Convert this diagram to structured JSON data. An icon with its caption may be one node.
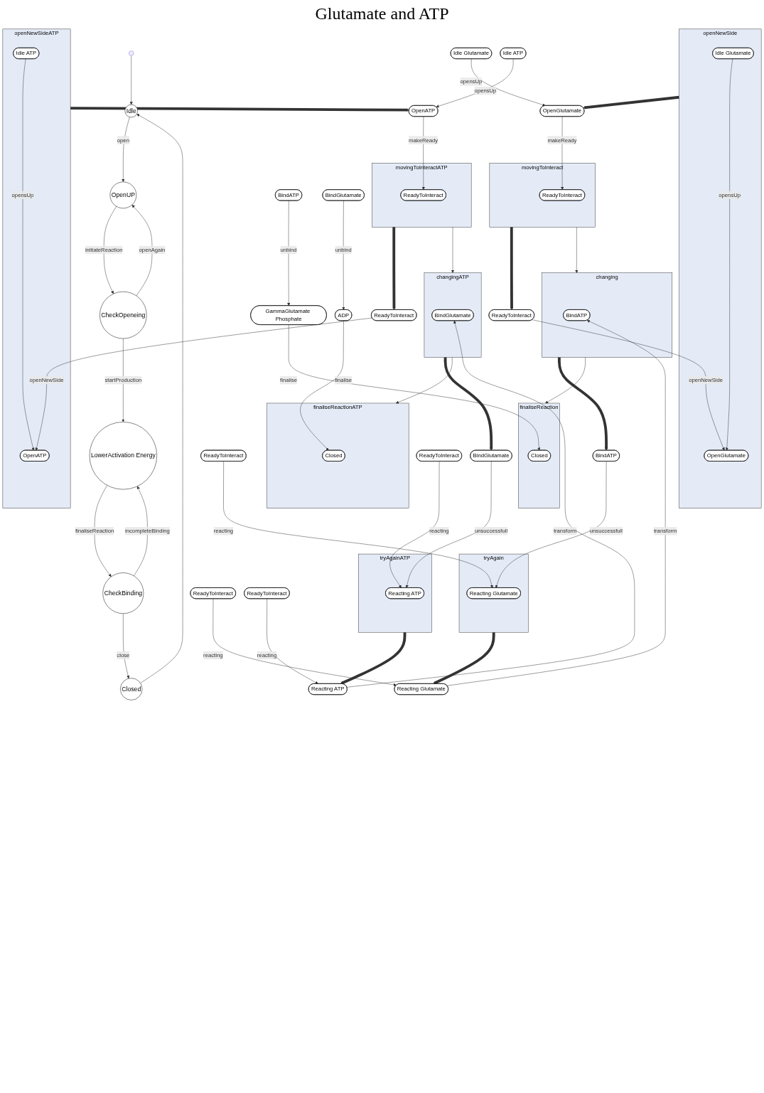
{
  "diagram": {
    "title": "Glutamate and ATP",
    "nodes": [
      {
        "text": [],
        "shape": "circle"
      },
      {
        "text": [
          "Idle"
        ]
      },
      {
        "text": [
          "Idle Glutamate"
        ]
      },
      {
        "text": [
          "OpenGlutamate"
        ]
      },
      {
        "text": [
          "movingToInteract"
        ]
      },
      {
        "text": [
          "ReadyToInteract"
        ],
        "in": 4
      },
      {
        "text": [
          "Idle ATP"
        ]
      },
      {
        "text": [
          "OpenATP"
        ]
      },
      {
        "text": [
          "movingToInteractATP"
        ]
      },
      {
        "text": [
          "ReadyToInteract"
        ],
        "in": 8
      },
      {
        "text": [
          "OpenUP"
        ]
      },
      {
        "text": [
          "openNewSide"
        ]
      },
      {
        "text": [
          "Idle Glutamate"
        ],
        "in": 11
      },
      {
        "text": [
          "OpenGlutamate"
        ],
        "in": 11
      },
      {
        "text": [
          "ReadyToInteract"
        ]
      },
      {
        "text": [
          "openNewSideATP"
        ]
      },
      {
        "text": [
          "Idle ATP"
        ],
        "in": 15
      },
      {
        "text": [
          "OpenATP"
        ],
        "in": 15
      },
      {
        "text": [
          "ReadyToInteract"
        ]
      },
      {
        "text": [
          "CheckOpeneing"
        ]
      },
      {
        "text": [
          "ReadyToInteract"
        ]
      },
      {
        "text": [
          "Reacting Glutamate"
        ]
      },
      {
        "text": [
          "changing"
        ]
      },
      {
        "text": [
          "BindATP"
        ],
        "in": 22
      },
      {
        "text": [
          "ReadyToInteract"
        ]
      },
      {
        "text": [
          "Reacting ATP"
        ]
      },
      {
        "text": [
          "changingATP"
        ]
      },
      {
        "text": [
          "BindGlutamate"
        ],
        "in": 26
      },
      {
        "text": [
          "LowerActivation Energy"
        ]
      },
      {
        "text": [
          "ReadyToInteract"
        ]
      },
      {
        "text": [
          "tryAgain"
        ]
      },
      {
        "text": [
          "Reacting Glutamate"
        ],
        "in": 30
      },
      {
        "text": [
          "BindATP"
        ]
      },
      {
        "text": [
          "ReadyToInteract"
        ]
      },
      {
        "text": [
          "tryAgainATP"
        ]
      },
      {
        "text": [
          "Reacting ATP"
        ],
        "in": 34
      },
      {
        "text": [
          "BindGlutamate"
        ]
      },
      {
        "text": [
          "CheckBinding"
        ]
      },
      {
        "text": [
          "BindATP"
        ]
      },
      {
        "text": [
          "GammaGlutamate Phosphate"
        ]
      },
      {
        "text": [
          "finaliseReaction"
        ]
      },
      {
        "text": [
          "Closed"
        ],
        "in": 40
      },
      {
        "text": [
          "BindGlutamate"
        ]
      },
      {
        "text": [
          "ADP"
        ]
      },
      {
        "text": [
          "finaliseReactionATP"
        ]
      },
      {
        "text": [
          "Closed"
        ],
        "in": 44
      },
      {
        "text": [
          "Closed"
        ]
      }
    ],
    "edges": [
      {
        "from": 0,
        "to": 1,
        "arrow": "to"
      },
      {
        "from": 1,
        "to": 10,
        "arrow": "to",
        "label": "open"
      },
      {
        "from": 10,
        "to": 19,
        "arrow": "to",
        "label": "initiateReaction"
      },
      {
        "from": 19,
        "to": 10,
        "arrow": "to",
        "label": "openAgain"
      },
      {
        "from": 19,
        "to": 28,
        "arrow": "to",
        "label": "startProduction"
      },
      {
        "from": 28,
        "to": 37,
        "arrow": "to",
        "label": "finaliseReaction"
      },
      {
        "from": 37,
        "to": 28,
        "arrow": "to",
        "label": "incompleteBinding"
      },
      {
        "from": 37,
        "to": 46,
        "arrow": "to",
        "label": "close"
      },
      {
        "from": 46,
        "to": 1,
        "arrow": "to"
      },
      {
        "from": 2,
        "to": 3,
        "arrow": "to",
        "label": "opensUp"
      },
      {
        "from": 3,
        "to": 5,
        "arrow": "to",
        "label": "makeReady"
      },
      {
        "from": 6,
        "to": 7,
        "arrow": "to",
        "label": "opensUp"
      },
      {
        "from": 7,
        "to": 9,
        "arrow": "to",
        "label": "makeReady"
      },
      {
        "from": 4,
        "to": 14,
        "arrow": "to",
        "style": "thick"
      },
      {
        "from": 11,
        "to": 3,
        "arrow": "to",
        "style": "thick"
      },
      {
        "from": 4,
        "to": 22,
        "arrow": "to"
      },
      {
        "from": 8,
        "to": 18,
        "arrow": "to",
        "style": "thick"
      },
      {
        "from": 15,
        "to": 7,
        "arrow": "to",
        "style": "thick"
      },
      {
        "from": 8,
        "to": 26,
        "arrow": "to"
      },
      {
        "from": 12,
        "to": 13,
        "arrow": "to",
        "label": "opensUp"
      },
      {
        "from": 14,
        "to": 13,
        "arrow": "to",
        "label": "openNewSide"
      },
      {
        "from": 16,
        "to": 17,
        "arrow": "to",
        "label": "opensUp"
      },
      {
        "from": 18,
        "to": 17,
        "arrow": "to",
        "label": "openNewSide"
      },
      {
        "from": 20,
        "to": 21,
        "arrow": "to",
        "label": "reacting"
      },
      {
        "from": 21,
        "to": 23,
        "arrow": "to",
        "label": "transform"
      },
      {
        "from": 24,
        "to": 25,
        "arrow": "to",
        "label": "reacting"
      },
      {
        "from": 25,
        "to": 27,
        "arrow": "to",
        "label": "transform"
      },
      {
        "from": 22,
        "to": 32,
        "arrow": "to",
        "style": "thick"
      },
      {
        "from": 30,
        "to": 21,
        "arrow": "to",
        "style": "thick"
      },
      {
        "from": 22,
        "to": 40,
        "arrow": "to"
      },
      {
        "from": 26,
        "to": 36,
        "arrow": "to",
        "style": "thick"
      },
      {
        "from": 34,
        "to": 25,
        "arrow": "to",
        "style": "thick"
      },
      {
        "from": 26,
        "to": 44,
        "arrow": "to"
      },
      {
        "from": 29,
        "to": 31,
        "arrow": "to",
        "label": "reacting"
      },
      {
        "from": 32,
        "to": 31,
        "arrow": "to",
        "label": "unsuccessfull"
      },
      {
        "from": 33,
        "to": 35,
        "arrow": "to",
        "label": "reacting"
      },
      {
        "from": 36,
        "to": 35,
        "arrow": "to",
        "label": "unsuccessfull"
      },
      {
        "from": 38,
        "to": 39,
        "arrow": "to",
        "label": "unbind"
      },
      {
        "from": 39,
        "to": 41,
        "arrow": "to",
        "label": "finalise"
      },
      {
        "from": 42,
        "to": 43,
        "arrow": "to",
        "label": "unbind"
      },
      {
        "from": 43,
        "to": 45,
        "arrow": "to",
        "label": "finalise"
      }
    ]
  }
}
